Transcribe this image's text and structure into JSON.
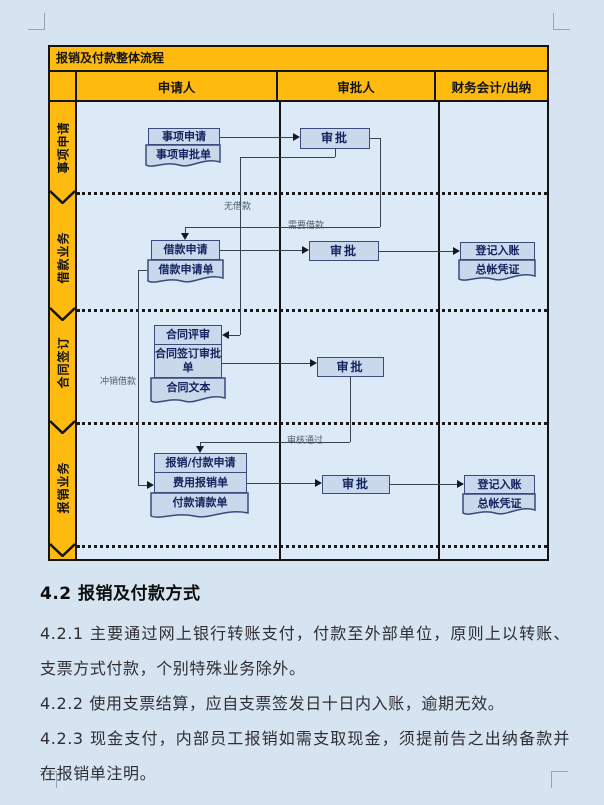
{
  "flowchart": {
    "title": "报销及付款整体流程",
    "columns": [
      "申请人",
      "审批人",
      "财务会计/出纳"
    ],
    "lanes": [
      "事项申请",
      "借款业务",
      "合同签订",
      "报销业务"
    ],
    "nodes": {
      "matter_apply": "事项申请",
      "matter_form": "事项审批单",
      "approve1": "审批",
      "loan_apply": "借款申请",
      "loan_form": "借款申请单",
      "approve2": "审批",
      "ledger1_entry": "登记入账",
      "ledger1_voucher": "总帐凭证",
      "contract_review": "合同评审",
      "contract_sign_form": "合同签订审批单",
      "contract_text": "合同文本",
      "approve3": "审批",
      "reimburse_apply": "报销/付款申请",
      "expense_form": "费用报销单",
      "payment_request_form": "付款请款单",
      "approve4": "审批",
      "ledger2_entry": "登记入账",
      "ledger2_voucher": "总帐凭证"
    },
    "edge_labels": {
      "no_loan": "无借款",
      "need_loan": "需要借款",
      "offset_loan": "冲销借款",
      "review_passed": "审核通过"
    },
    "colors": {
      "lane_fill": "#ffba10",
      "node_fill": "#c9d8eb",
      "node_border": "#3a4a7c",
      "node_text": "#14235f",
      "table_border": "#141414"
    }
  },
  "document": {
    "heading": "4.2 报销及付款方式",
    "paragraphs": [
      "4.2.1 主要通过网上银行转账支付，付款至外部单位，原则上以转账、支票方式付款，个别特殊业务除外。",
      "4.2.2 使用支票结算，应自支票签发日十日内入账，逾期无效。",
      "4.2.3 现金支付，内部员工报销如需支取现金，须提前告之出纳备款并在报销单注明。"
    ]
  }
}
